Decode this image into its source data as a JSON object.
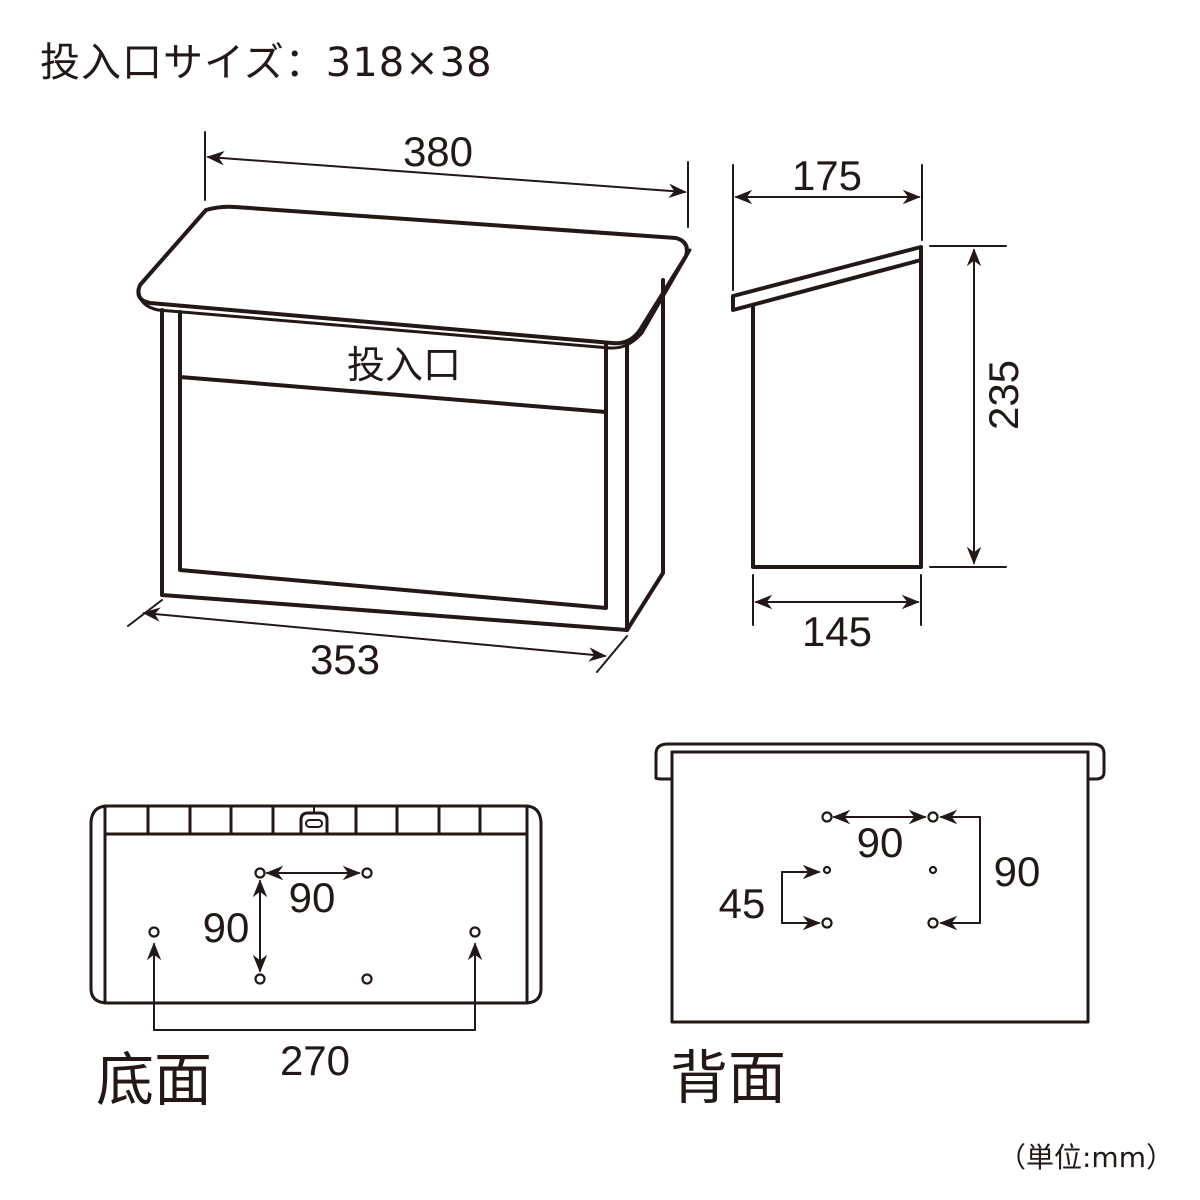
{
  "header": {
    "title": "投入口サイズ：318×38"
  },
  "front_view": {
    "slot_label": "投入口",
    "width_top": "380",
    "width_bottom": "353"
  },
  "side_view": {
    "depth_top": "175",
    "depth_bottom": "145",
    "height": "235"
  },
  "bottom_view": {
    "label": "底面",
    "hole_spacing_horizontal": "90",
    "hole_spacing_vertical": "90",
    "outer_hole_spacing": "270"
  },
  "back_view": {
    "label": "背面",
    "hole_spacing_horizontal": "90",
    "hole_spacing_vertical": "90",
    "hole_spacing_small": "45"
  },
  "footer": {
    "unit_note": "（単位:mm）"
  },
  "colors": {
    "line": "#231815",
    "background": "#ffffff"
  }
}
